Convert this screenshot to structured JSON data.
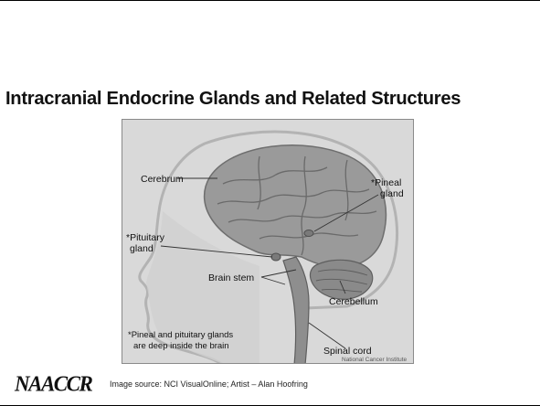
{
  "slide": {
    "title": "Intracranial Endocrine Glands and Related Structures",
    "source_note": "Image source: NCI VisualOnline; Artist – Alan Hoofring",
    "logo_text": "NAACCR"
  },
  "figure": {
    "labels": {
      "cerebrum": "Cerebrum",
      "pineal_line1": "*Pineal",
      "pineal_line2": "gland",
      "pituitary_line1": "*Pituitary",
      "pituitary_line2": "gland",
      "brain_stem": "Brain stem",
      "cerebellum": "Cerebellum",
      "spinal_cord": "Spinal cord",
      "footnote_line1": "*Pineal and pituitary glands",
      "footnote_line2": "are deep inside the brain",
      "credit": "National Cancer Institute"
    }
  },
  "colors": {
    "figure_background": "#d9d9d9",
    "brain": "#9a9a9a",
    "skull_outline": "#b0b0b0"
  }
}
